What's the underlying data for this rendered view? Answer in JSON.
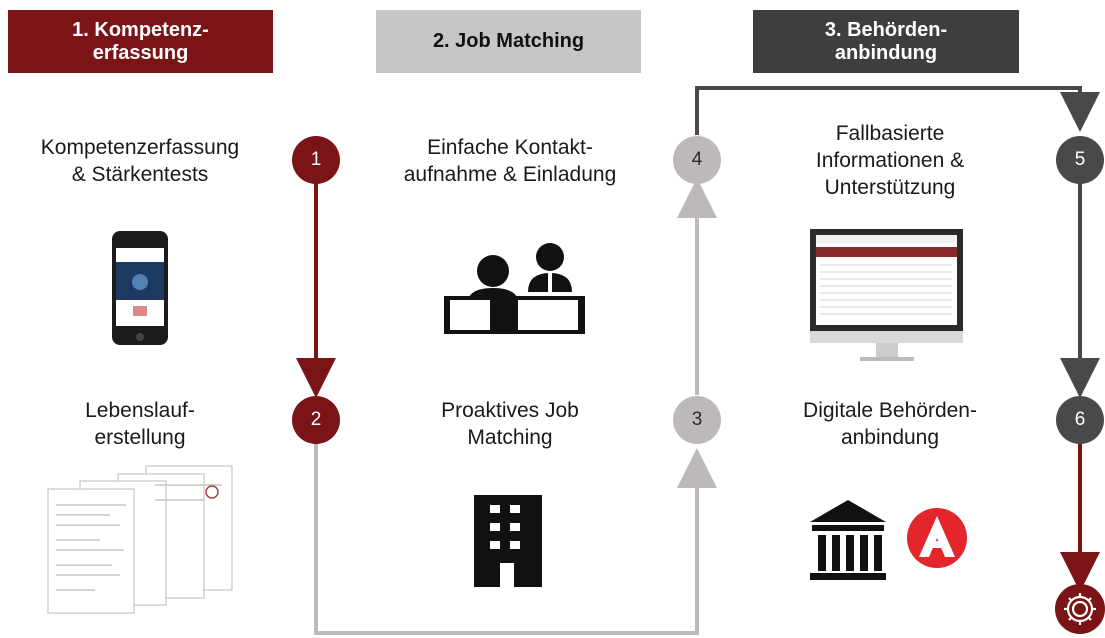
{
  "columns": [
    {
      "title_lines": [
        "1. Kompetenz-",
        "erfassung"
      ],
      "color": "#7a1416"
    },
    {
      "title_lines": [
        "2. Job Matching"
      ],
      "color": "#c8c5c5"
    },
    {
      "title_lines": [
        "3. Behörden-",
        "anbindung"
      ],
      "color": "#3f3d3d"
    }
  ],
  "steps": [
    {
      "num": "1",
      "label_lines": [
        "Kompetenzerfassung",
        "& Stärkentests"
      ],
      "icon": "smartphone-icon"
    },
    {
      "num": "2",
      "label_lines": [
        "Lebenslauf-",
        "erstellung"
      ],
      "icon": "cv-documents-icon"
    },
    {
      "num": "3",
      "label_lines": [
        "Proaktives Job",
        "Matching"
      ],
      "icon": "office-building-icon"
    },
    {
      "num": "4",
      "label_lines": [
        "Einfache Kontakt-",
        "aufnahme & Einladung"
      ],
      "icon": "interview-people-icon"
    },
    {
      "num": "5",
      "label_lines": [
        "Fallbasierte",
        "Informationen &",
        "Unterstützung"
      ],
      "icon": "monitor-icon"
    },
    {
      "num": "6",
      "label_lines": [
        "Digitale Behörden-",
        "anbindung"
      ],
      "icon": "government-building-icon"
    }
  ],
  "end_icon": "gear-icon",
  "agency_icon": "agency-logo-icon",
  "colors": {
    "red": "#7a1416",
    "grey": "#bdb9b9",
    "dark": "#4a4848"
  }
}
